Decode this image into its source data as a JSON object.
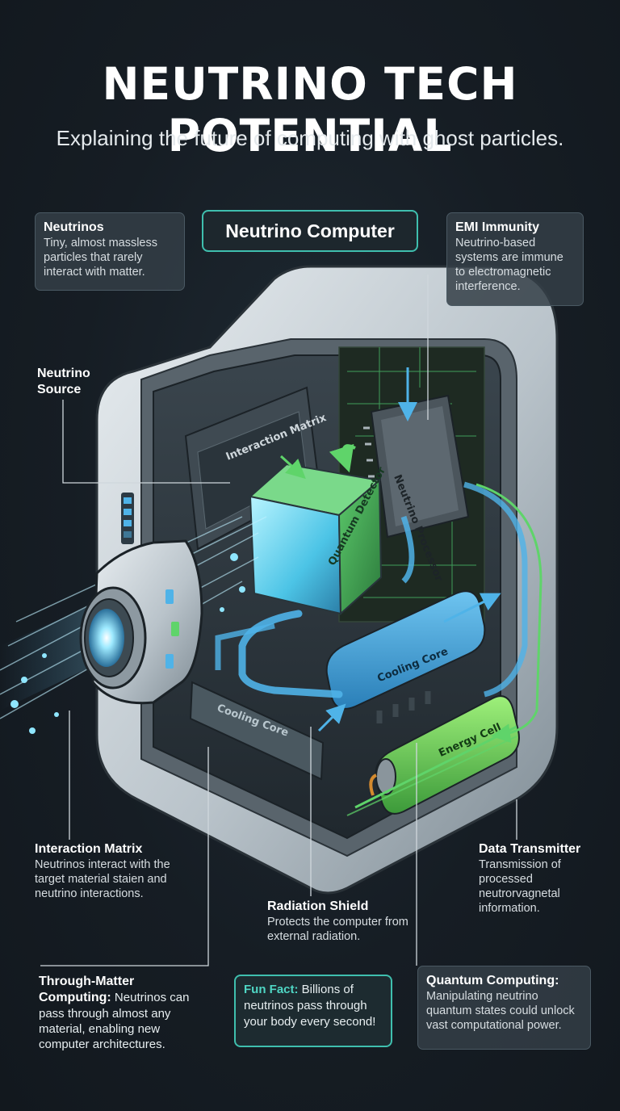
{
  "header": {
    "title": "NEUTRINO TECH POTENTIAL",
    "subtitle": "Explaining the future of computing with ghost particles."
  },
  "center_label": "Neutrino Computer",
  "callouts": {
    "neutrinos": {
      "heading": "Neutrinos",
      "text": "Tiny, almost massless particles that rarely interact with matter."
    },
    "emi": {
      "heading": "EMI Immunity",
      "text": "Neutrino-based systems are immune to electromagnetic interference."
    },
    "source": {
      "heading": "Neutrino Source"
    },
    "interaction": {
      "heading": "Interaction Matrix",
      "text": "Neutrinos interact with the target material staien and neutrino interactions."
    },
    "transmitter": {
      "heading": "Data Transmitter",
      "text": "Transmission of processed neutrorvagnetal information."
    },
    "shield": {
      "heading": "Radiation Shield",
      "text": "Protects the computer from external radiation."
    },
    "through_matter": {
      "heading": "Through-Matter Computing:",
      "text": "Neutrinos can pass through almost any material, enabling new computer architectures."
    },
    "quantum": {
      "heading": "Quantum Computing:",
      "text": "Manipulating neutrino quantum states could unlock vast computational power."
    }
  },
  "fun_fact": {
    "label": "Fun Fact:",
    "text": "Billions of neutrinos pass through your body every second!"
  },
  "parts": {
    "interaction_matrix": "Interaction Matrix",
    "neutrino_processor": "Neutrino Processor",
    "quantum_detector": "Quantum Detector",
    "cooling_core_upper": "Cooling Core",
    "cooling_core_lower": "Cooling Core",
    "energy_cell": "Energy Cell"
  },
  "colors": {
    "accent_teal": "#3fbfae",
    "flow_blue": "#4fb3e8",
    "flow_green": "#5fd46a",
    "beam": "#8fe6ff"
  }
}
